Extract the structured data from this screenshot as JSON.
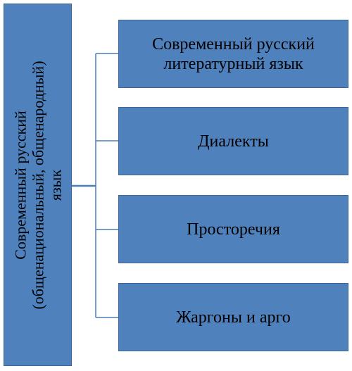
{
  "diagram": {
    "root": {
      "lines": [
        "Современный русский",
        "(общенациональный, общенародный)",
        "язык"
      ]
    },
    "children": [
      {
        "label": "Современный русский литературный язык"
      },
      {
        "label": "Диалекты"
      },
      {
        "label": "Просторечия"
      },
      {
        "label": "Жаргоны и арго"
      }
    ],
    "colors": {
      "box_fill": "#4f81bd",
      "box_border": "#3c6796",
      "connector": "#4a7eb8",
      "text": "#000000"
    }
  }
}
